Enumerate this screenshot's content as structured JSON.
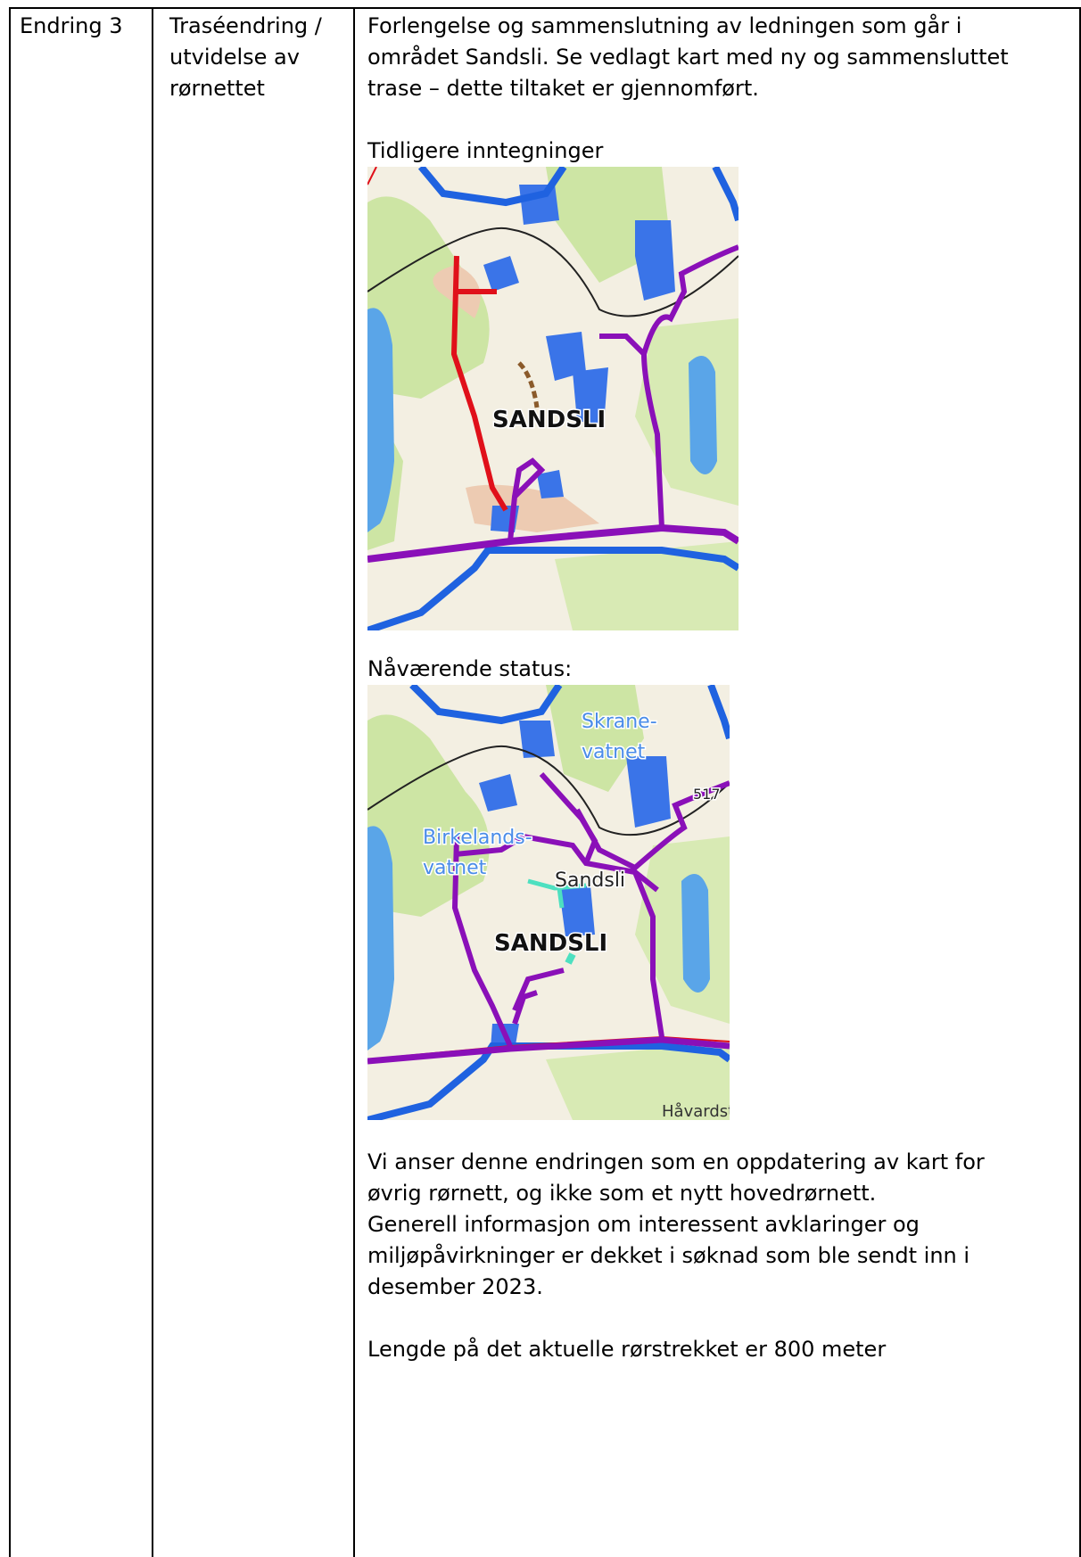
{
  "row": {
    "change_id": "Endring 3",
    "change_type_lines": [
      "Traséendring /",
      "utvidelse av",
      "rørnettet"
    ],
    "description_lines": [
      "Forlengelse og sammenslutning av ledningen som går i",
      "området Sandsli. Se vedlagt kart med ny og sammensluttet",
      "trase – dette tiltaket er gjennomført."
    ],
    "previous_caption": "Tidligere inntegninger",
    "current_caption": "Nåværende status:",
    "conclusion_lines": [
      "Vi anser denne endringen som en oppdatering av kart for",
      "øvrig rørnett, og ikke som et nytt hovedrørnett.",
      "Generell informasjon om interessent avklaringer og",
      "miljøpåvirkninger er dekket i søknad som ble sendt inn i",
      "desember 2023."
    ],
    "length_line": "Lengde på det aktuelle rørstrekket er 800 meter"
  },
  "map_previous": {
    "place_label": "SANDSLI"
  },
  "map_current": {
    "place_label": "SANDSLI",
    "lake_label_1_line1": "Skrane-",
    "lake_label_1_line2": "vatnet",
    "lake_label_2_line1": "Birkelands-",
    "lake_label_2_line2": "vatnet",
    "road_number": "517",
    "area_label": "Sandsli",
    "bottom_label": "Håvardstu"
  },
  "colors": {
    "main_pipe": "#8a10b8",
    "new_pipe": "#e0101a",
    "boundary": "#1f62e0",
    "building": "#3a74e8",
    "water": "#5aa5e8",
    "forest": "#cde5a4",
    "highlight": "#4de0c0"
  }
}
